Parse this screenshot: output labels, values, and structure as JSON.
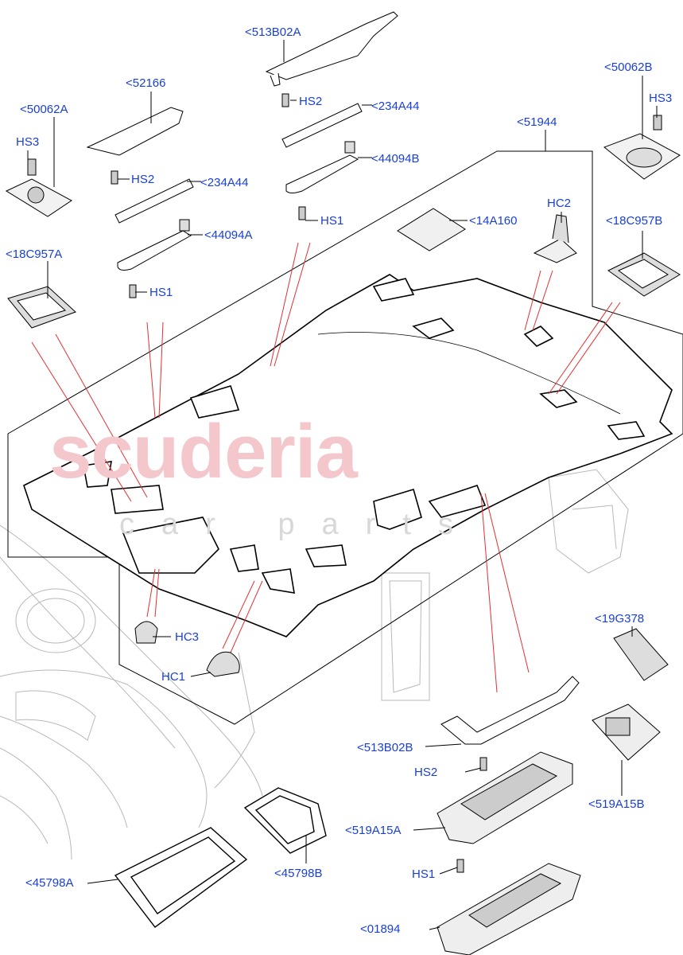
{
  "watermark": {
    "brand": "scuderia",
    "sub": "car parts"
  },
  "labels": {
    "p513B02A_top": "<513B02A",
    "p50062A": "<50062A",
    "p52166": "<52166",
    "p50062B": "<50062B",
    "hs3_left": "HS3",
    "hs3_right": "HS3",
    "hs2_mid": "HS2",
    "p234A44_mid": "<234A44",
    "hs2_left": "HS2",
    "p234A44_left": "<234A44",
    "p44094B": "<44094B",
    "p51944": "<51944",
    "hs1_mid": "HS1",
    "p14A160": "<14A160",
    "hc2": "HC2",
    "p44094A": "<44094A",
    "p18C957A": "<18C957A",
    "p18C957B": "<18C957B",
    "hs1_left": "HS1",
    "hc3": "HC3",
    "hc1": "HC1",
    "p19G378": "<19G378",
    "p513B02B": "<513B02B",
    "hs2_bottom": "HS2",
    "p519A15A": "<519A15A",
    "p519A15B": "<519A15B",
    "p45798A": "<45798A",
    "p45798B": "<45798B",
    "hs1_bottom": "HS1",
    "p01894": "<01894"
  }
}
